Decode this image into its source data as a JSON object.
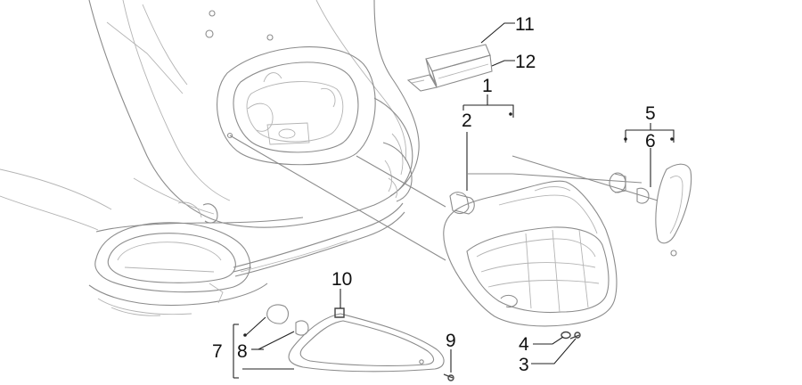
{
  "labels": {
    "l1": "1",
    "l2": "2",
    "l3": "3",
    "l4": "4",
    "l5": "5",
    "l6": "6",
    "l7": "7",
    "l8": "8",
    "l9": "9",
    "l10": "10",
    "l11": "11",
    "l12": "12"
  },
  "colors": {
    "line": "#8c8c8c",
    "leader": "#222222",
    "text": "#111111"
  }
}
